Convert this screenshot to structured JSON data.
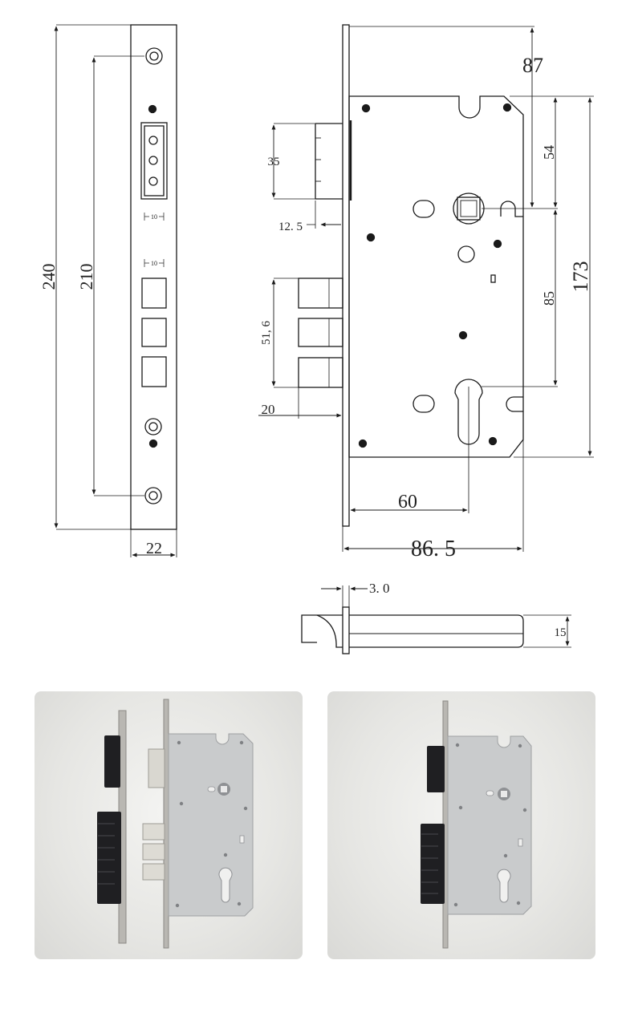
{
  "dimensions": {
    "faceplate_length": "240",
    "screw_spacing": "210",
    "faceplate_width": "22",
    "cutout_width_top": "10",
    "cutout_width_bottom": "10",
    "latch_height": "35",
    "latch_projection": "12. 5",
    "deadbolt_span": "51, 6",
    "deadbolt_projection": "20",
    "backset_to_spindle_top": "87",
    "spindle_to_top": "54",
    "spindle_to_cylinder": "85",
    "case_height": "173",
    "backset": "60",
    "case_depth": "86. 5",
    "faceplate_thickness": "3. 0",
    "case_thickness": "15"
  },
  "colors": {
    "line": "#1a1a1a",
    "photo_background": "#e8e8e5",
    "case_metal": "#c9cbcc",
    "bolt_black": "#1f1f22",
    "steel": "#b9b7b2"
  }
}
